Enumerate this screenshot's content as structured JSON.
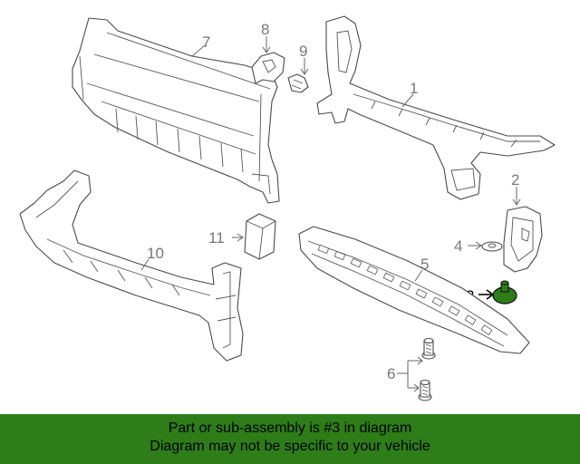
{
  "callouts": {
    "c1": "1",
    "c2": "2",
    "c3": "3",
    "c4": "4",
    "c5": "5",
    "c6": "6",
    "c7": "7",
    "c8": "8",
    "c9": "9",
    "c10": "10",
    "c11": "11"
  },
  "highlight_color": "#2e7d18",
  "banner": {
    "line1": "Part or sub-assembly is #3 in diagram",
    "line2": "Diagram may not be specific to your vehicle"
  }
}
